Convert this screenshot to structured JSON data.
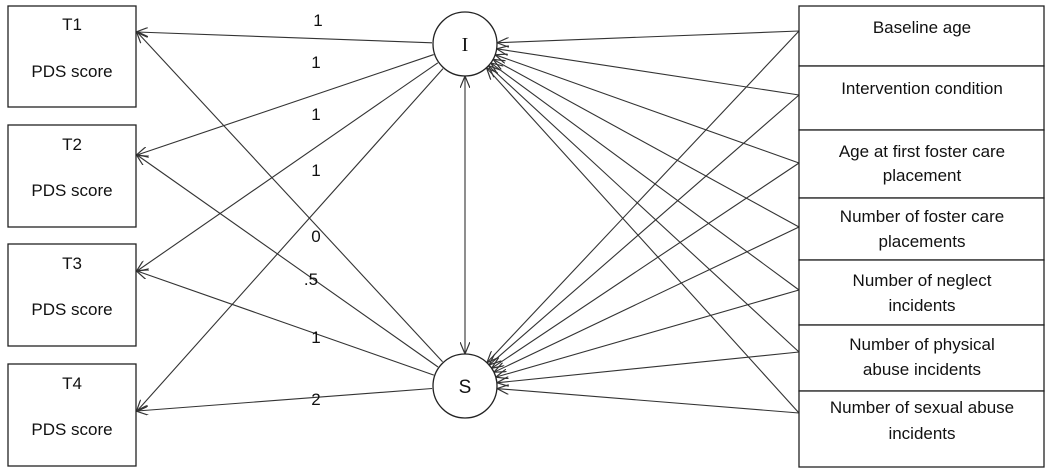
{
  "observed": [
    {
      "id": "T1",
      "label": "T1",
      "sub": "PDS score"
    },
    {
      "id": "T2",
      "label": "T2",
      "sub": "PDS score"
    },
    {
      "id": "T3",
      "label": "T3",
      "sub": "PDS score"
    },
    {
      "id": "T4",
      "label": "T4",
      "sub": "PDS score"
    }
  ],
  "latent": [
    {
      "id": "I",
      "label": "I"
    },
    {
      "id": "S",
      "label": "S"
    }
  ],
  "covariates": [
    {
      "id": "baseline_age",
      "lines": [
        "Baseline age"
      ]
    },
    {
      "id": "intervention_condition",
      "lines": [
        "Intervention condition"
      ]
    },
    {
      "id": "age_first_placement",
      "lines": [
        "Age at first foster care",
        "placement"
      ]
    },
    {
      "id": "num_placements",
      "lines": [
        "Number of foster care",
        "placements"
      ]
    },
    {
      "id": "neglect_incidents",
      "lines": [
        "Number of neglect",
        "incidents"
      ]
    },
    {
      "id": "physical_abuse_incidents",
      "lines": [
        "Number of physical",
        "abuse incidents"
      ]
    },
    {
      "id": "sexual_abuse_incidents",
      "lines": [
        "Number of sexual abuse",
        "incidents"
      ]
    }
  ],
  "intercept_loadings": [
    "1",
    "1",
    "1",
    "1"
  ],
  "slope_loadings": [
    "0",
    ".5",
    "1",
    "2"
  ],
  "colors": {
    "line": "#333333",
    "box_border": "#222222",
    "text": "#111111"
  }
}
